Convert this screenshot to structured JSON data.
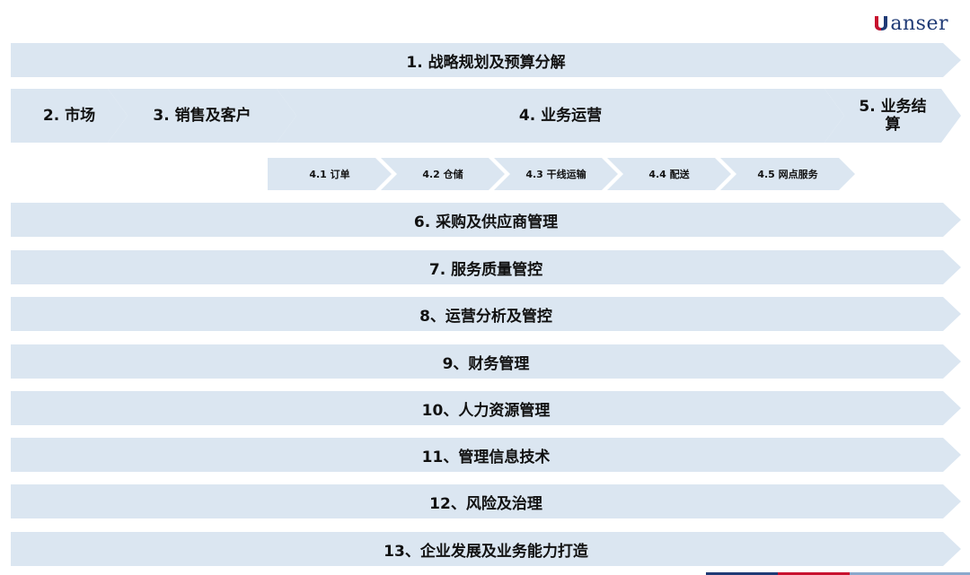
{
  "brand": {
    "logo_text": "anser",
    "logo_color": "#1f3a75",
    "accent_color": "#c8102e"
  },
  "colors": {
    "arrow_fill": "#dbe6f1"
  },
  "top_band": {
    "label": "1. 战略规划及预算分解"
  },
  "process_chain": [
    {
      "label": "2. 市场"
    },
    {
      "label": "3. 销售及客户"
    },
    {
      "label": "4. 业务运营"
    },
    {
      "label": "5.  业务结算"
    }
  ],
  "operations_sub": [
    {
      "label": "4.1 订单"
    },
    {
      "label": "4.2 仓储"
    },
    {
      "label": "4.3 干线运输"
    },
    {
      "label": "4.4 配送"
    },
    {
      "label": "4.5 网点服务"
    }
  ],
  "support_bands": [
    {
      "label": "6. 采购及供应商管理"
    },
    {
      "label": "7. 服务质量管控"
    },
    {
      "label": "8、运营分析及管控"
    },
    {
      "label": "9、财务管理"
    },
    {
      "label": "10、人力资源管理"
    },
    {
      "label": "11、管理信息技术"
    },
    {
      "label": "12、风险及治理"
    },
    {
      "label": "13、企业发展及业务能力打造"
    }
  ]
}
